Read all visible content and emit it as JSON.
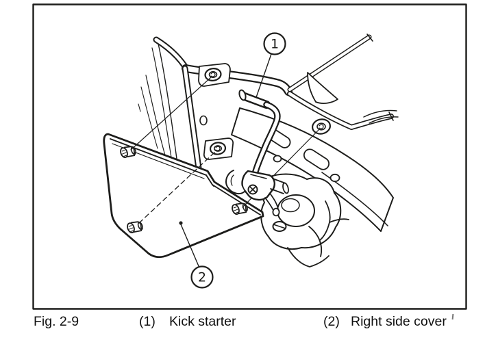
{
  "colors": {
    "ink": "#1d1d1b",
    "paper": "#ffffff"
  },
  "figure": {
    "caption_label": "Fig. 2-9",
    "callouts": [
      {
        "number": "1",
        "ref": "(1)",
        "label": "Kick starter"
      },
      {
        "number": "2",
        "ref": "(2)",
        "label": "Right side cover"
      }
    ],
    "drawing": {
      "subject": "Motorcycle frame with kick starter lever and removed right side cover",
      "elements": [
        "motorcycle-frame",
        "frame-grommets",
        "kick-starter-lever",
        "right-side-cover",
        "cover-mounting-pins",
        "engine-cases"
      ]
    }
  }
}
